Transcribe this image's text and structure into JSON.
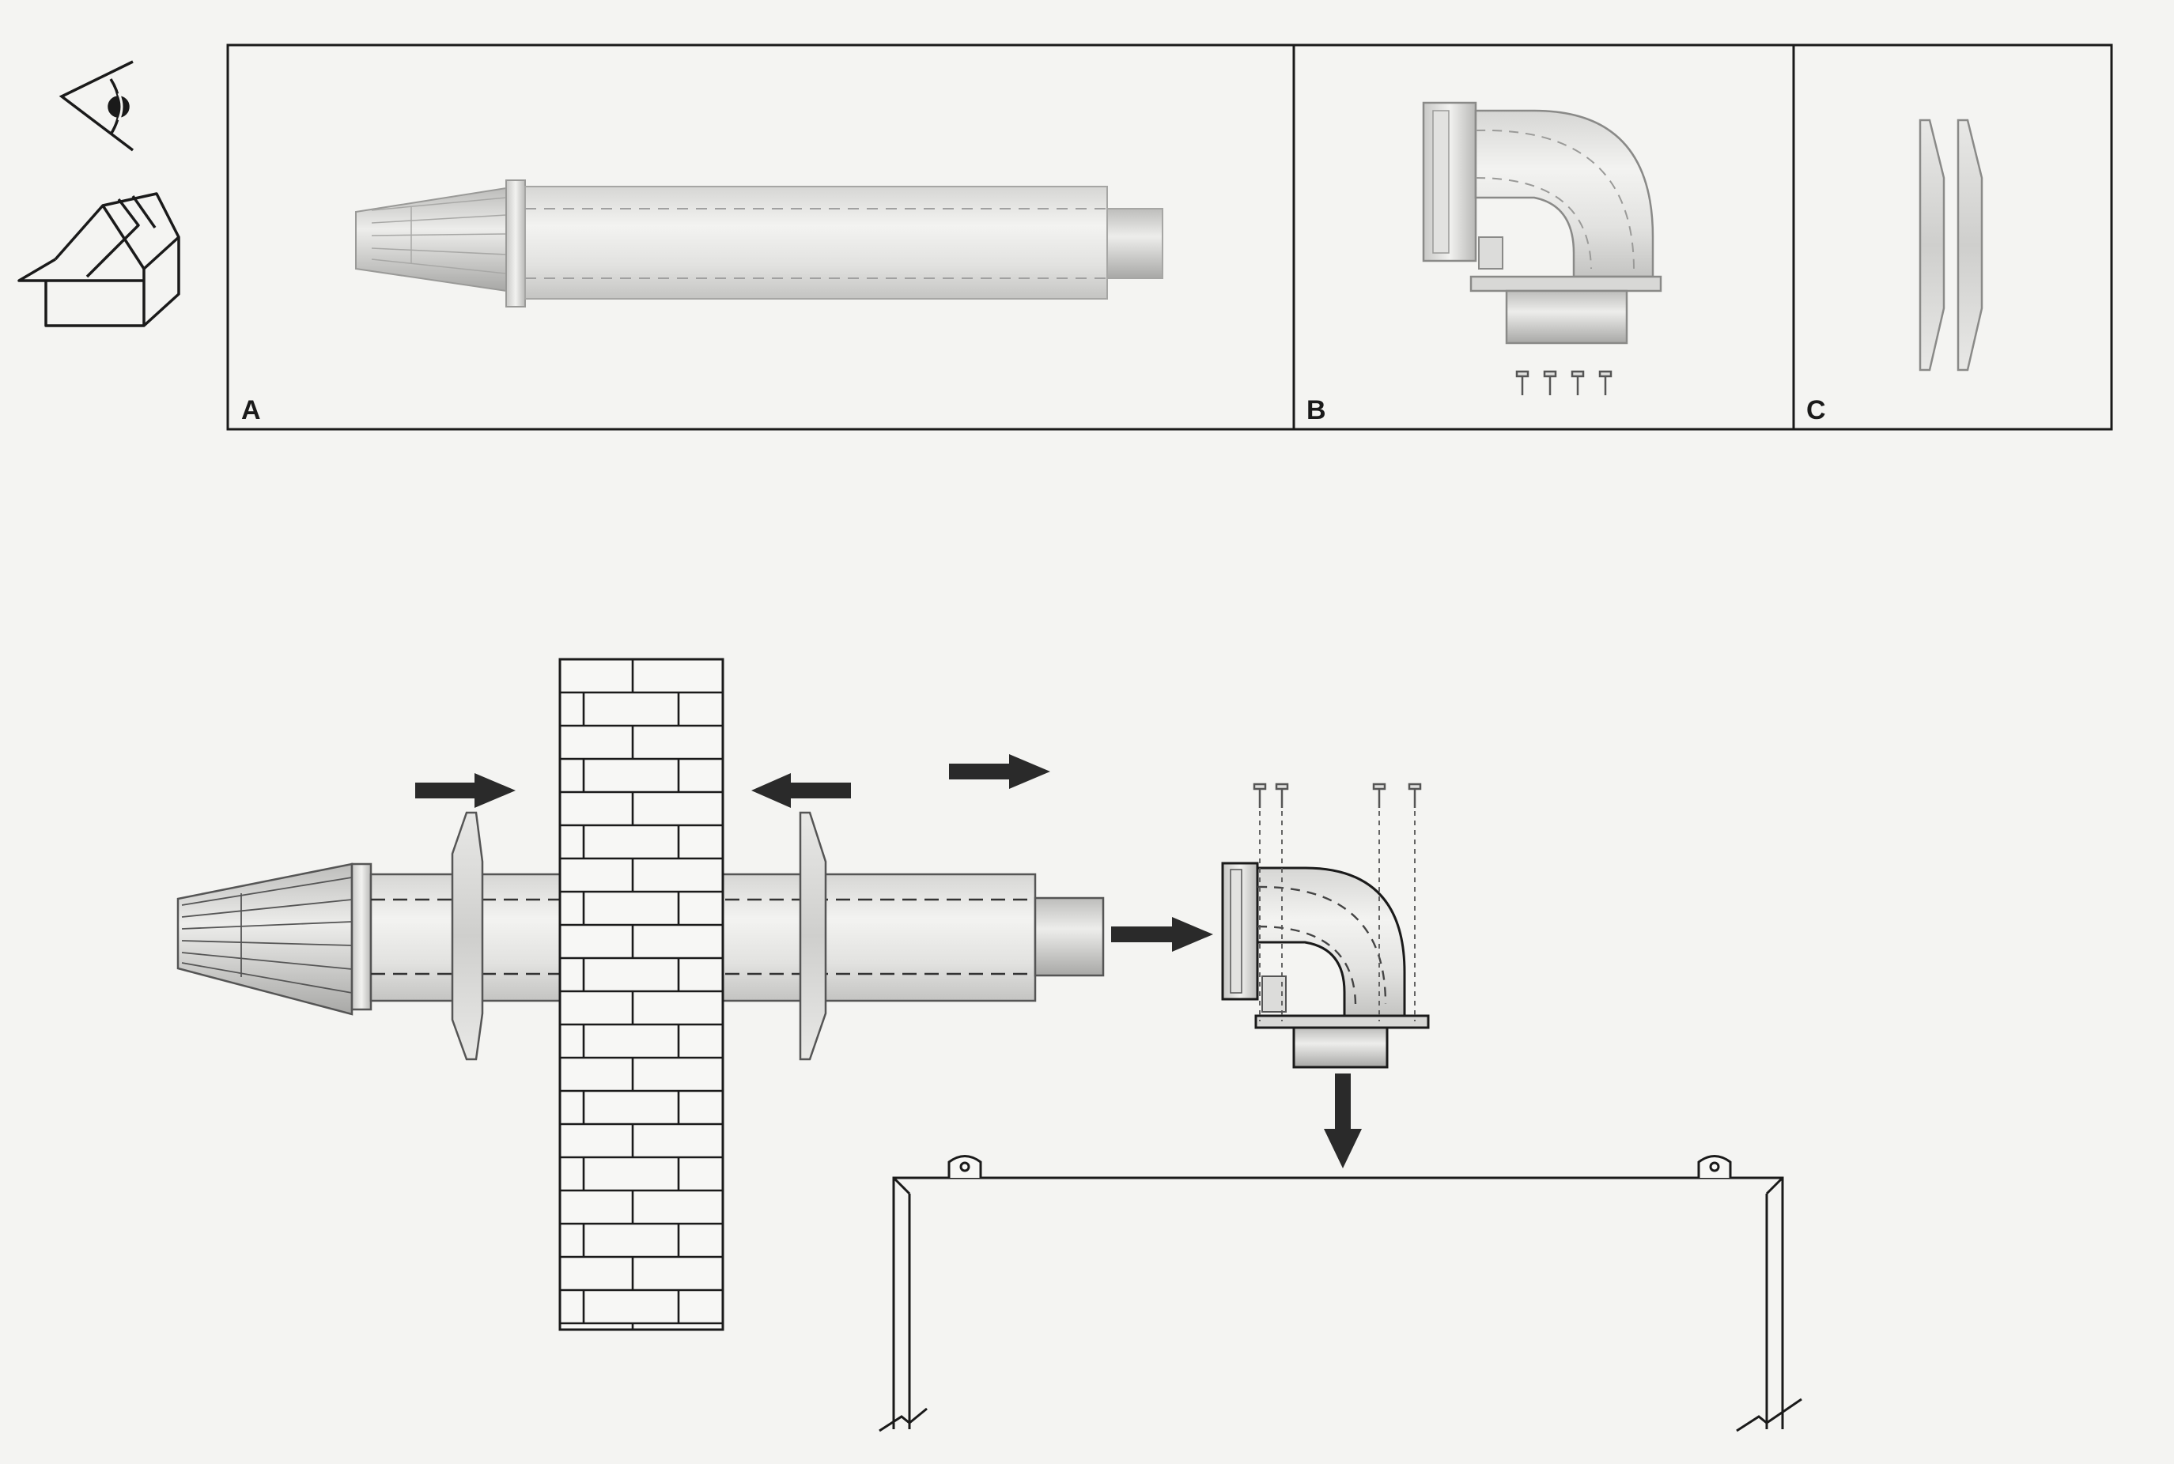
{
  "panels": [
    {
      "id": "A",
      "label": "A",
      "part": "flue-terminal-pipe"
    },
    {
      "id": "B",
      "label": "B",
      "part": "elbow-bend-with-screws"
    },
    {
      "id": "C",
      "label": "C",
      "part": "wall-seal-rosettes"
    }
  ],
  "icons": [
    "eye-icon",
    "open-box-icon"
  ],
  "colors": {
    "ink": "#1a1a1a",
    "paper": "#f4f4f2",
    "pipe_light": "#ececea",
    "pipe_mid": "#cfcfcd",
    "pipe_dark": "#9e9e9c",
    "arrow": "#2a2a2a"
  }
}
